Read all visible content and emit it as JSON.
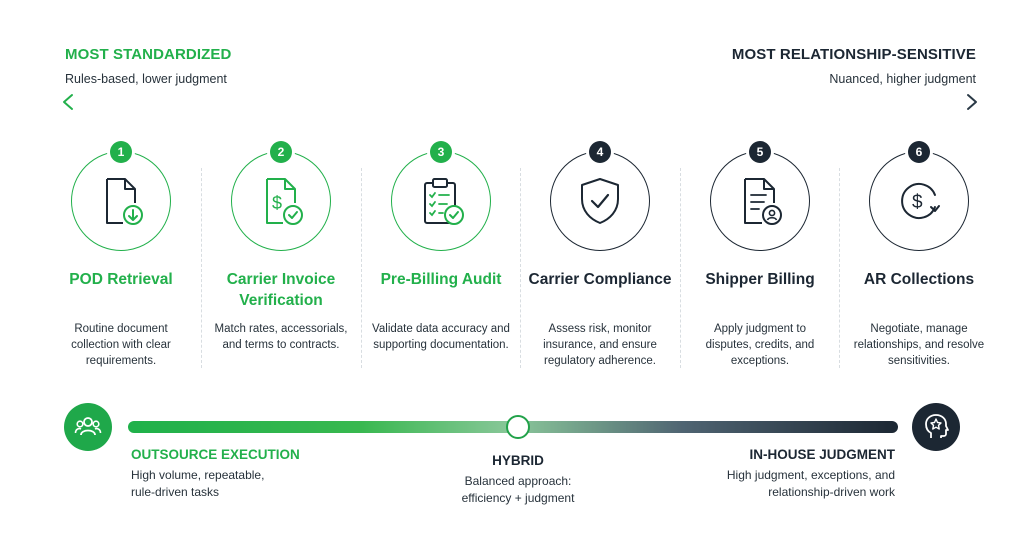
{
  "header": {
    "left": {
      "title": "MOST STANDARDIZED",
      "subtitle": "Rules-based, lower judgment"
    },
    "right": {
      "title": "MOST RELATIONSHIP-SENSITIVE",
      "subtitle": "Nuanced, higher judgment"
    }
  },
  "colors": {
    "green": "#22b04b",
    "navy": "#1c2733",
    "text": "#27323b"
  },
  "steps": [
    {
      "number": "1",
      "title": "POD Retrieval",
      "description": "Routine document collection with clear requirements.",
      "icon": "document-download-icon",
      "tone": "green"
    },
    {
      "number": "2",
      "title": "Carrier Invoice Verification",
      "description": "Match rates, accessorials, and terms to contracts.",
      "icon": "invoice-check-icon",
      "tone": "green"
    },
    {
      "number": "3",
      "title": "Pre-Billing Audit",
      "description": "Validate data accuracy and supporting documentation.",
      "icon": "clipboard-check-icon",
      "tone": "green"
    },
    {
      "number": "4",
      "title": "Carrier Compliance",
      "description": "Assess risk, monitor insurance, and ensure regulatory adherence.",
      "icon": "shield-check-icon",
      "tone": "navy"
    },
    {
      "number": "5",
      "title": "Shipper Billing",
      "description": "Apply judgment to disputes, credits, and exceptions.",
      "icon": "document-user-icon",
      "tone": "navy"
    },
    {
      "number": "6",
      "title": "AR Collections",
      "description": "Negotiate, manage relationships, and resolve sensitivities.",
      "icon": "dollar-cycle-icon",
      "tone": "navy"
    }
  ],
  "spectrum": {
    "left": {
      "title": "OUTSOURCE EXECUTION",
      "description": "High volume, repeatable, rule-driven tasks",
      "icon": "team-icon"
    },
    "middle": {
      "title": "HYBRID",
      "description": "Balanced approach: efficiency + judgment"
    },
    "right": {
      "title": "IN-HOUSE JUDGMENT",
      "description": "High judgment, exceptions, and relationship-driven work",
      "icon": "head-star-icon"
    },
    "knob_position": 0.5
  }
}
